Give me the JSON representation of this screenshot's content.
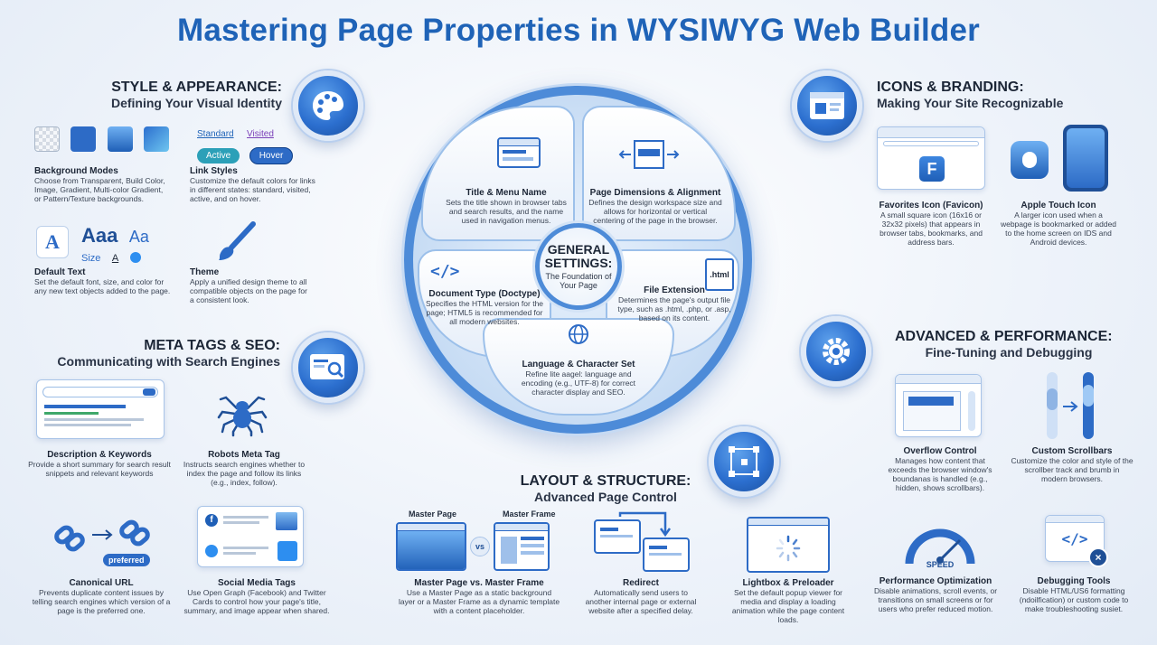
{
  "title": "Mastering Page Properties in WYSIWYG Web Builder",
  "center": {
    "title": "GENERAL SETTINGS:",
    "subtitle": "The Foundation of Your Page",
    "segments": [
      {
        "title": "Title & Menu Name",
        "desc": "Sets the title shown in browser tabs and search results, and the name used in navigation menus."
      },
      {
        "title": "Page Dimensions & Alignment",
        "desc": "Defines the design workspace size and allows for horizontal or vertical centering of the page in the browser."
      },
      {
        "title": "Document Type (Doctype)",
        "desc": "Specifies the HTML version for the page; HTML5 is recommended for all modern websites.",
        "icon_text": "</>"
      },
      {
        "title": "File Extension",
        "desc": "Determines the page's output file type, such as .html, .php, or .asp, based on its content.",
        "icon_text": ".html"
      },
      {
        "title": "Language & Character Set",
        "desc": "Refine lite aagel: language and encoding (e.g., UTF-8) for correct character display and SEO."
      }
    ]
  },
  "style": {
    "heading": "STYLE & APPEARANCE:",
    "sub": "Defining Your Visual Identity",
    "link_states": {
      "standard": "Standard",
      "visited": "Visited",
      "active": "Active",
      "hover": "Hover"
    },
    "text_samples": {
      "big": "Aaa",
      "medium": "Aa",
      "size": "Size",
      "letter": "A",
      "icon_letter": "A"
    },
    "items": [
      {
        "title": "Background Modes",
        "desc": "Choose from Transparent, Build Color, Image, Gradient, Multi-color Gradient, or Pattern/Texture backgrounds."
      },
      {
        "title": "Link Styles",
        "desc": "Customize the default colors for links in different states: standard, visited, active, and on hover."
      },
      {
        "title": "Default Text",
        "desc": "Set the default font, size, and color for any new text objects added to the page."
      },
      {
        "title": "Theme",
        "desc": "Apply a unified design theme to all compatible objects on the page for a consistent look."
      }
    ]
  },
  "meta": {
    "heading": "META TAGS & SEO:",
    "sub": "Communicating with Search Engines",
    "preferred_label": "preferred",
    "items": [
      {
        "title": "Description & Keywords",
        "desc": "Provide a short summary for search result snippets and relevant keywords"
      },
      {
        "title": "Robots Meta Tag",
        "desc": "Instructs search engines whether to index the page and follow its links (e.g., index, follow)."
      },
      {
        "title": "Canonical URL",
        "desc": "Prevents duplicate content issues by telling search engines which version of a page is the preferred one."
      },
      {
        "title": "Social Media Tags",
        "desc": "Use Open Graph (Facebook) and Twitter Cards to control how your page's title, summary, and image appear when shared."
      }
    ]
  },
  "icons": {
    "heading": "ICONS & BRANDING:",
    "sub": "Making Your Site Recognizable",
    "favicon_letter": "F",
    "items": [
      {
        "title": "Favorites Icon (Favicon)",
        "desc": "A small square icon (16x16 or 32x32 pixels) that appears in browser tabs, bookmarks, and address bars."
      },
      {
        "title": "Apple Touch Icon",
        "desc": "A larger icon used when a webpage is bookmarked or added to the home screen on IDS and Android devices."
      }
    ]
  },
  "advanced": {
    "heading": "ADVANCED & PERFORMANCE:",
    "sub": "Fine-Tuning and Debugging",
    "speed_label": "SPEED",
    "items": [
      {
        "title": "Overflow Control",
        "desc": "Manages how content that exceeds the browser window's boundanas is handled (e.g., hidden, shows scrollbars)."
      },
      {
        "title": "Custom Scrollbars",
        "desc": "Customize the color and style of the scrollber track and brumb in modern browsers."
      },
      {
        "title": "Performance Optimization",
        "desc": "Disable animations, scroll events, or transitions on small screens or for users who prefer reduced motion."
      },
      {
        "title": "Debugging Tools",
        "desc": "Disable HTML/US6 formatting (ndoilfication) or custom code to make troubleshooting susiet."
      }
    ]
  },
  "layout": {
    "heading": "LAYOUT & STRUCTURE:",
    "sub": "Advanced Page Control",
    "master_page_label": "Master Page",
    "master_frame_label": "Master Frame",
    "vs_label": "vs",
    "items": [
      {
        "title": "Master Page vs. Master Frame",
        "desc": "Use a Master Page as a static background layer or a Master Frame as a dynamic template with a content placeholder."
      },
      {
        "title": "Redirect",
        "desc": "Automatically send users to another internal page or external website after a specified delay."
      },
      {
        "title": "Lightbox & Preloader",
        "desc": "Set the default popup viewer for media and display a loading animation while the page content loads."
      }
    ]
  },
  "colors": {
    "accent": "#1f63b7",
    "ring": "#4d8bd8",
    "icon": "#2d6bc6"
  }
}
